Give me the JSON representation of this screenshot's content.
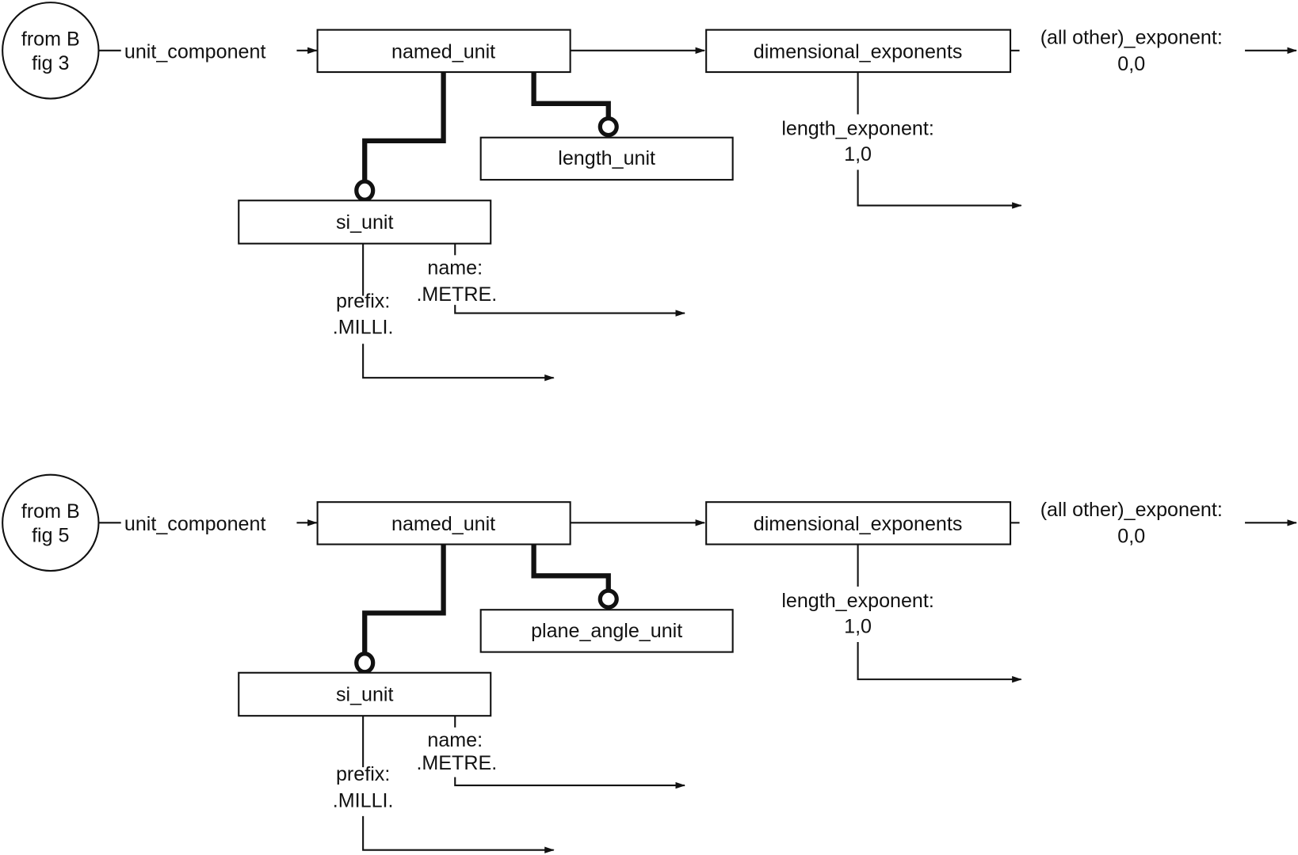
{
  "diagrams": [
    {
      "ref_circle": {
        "line1": "from B",
        "line2": "fig 3"
      },
      "input_label": "unit_component",
      "root_entity": "named_unit",
      "subtypes": [
        "si_unit",
        "length_unit"
      ],
      "exponents_entity": "dimensional_exponents",
      "other_exponent": {
        "label": "(all other)_exponent:",
        "value": "0,0"
      },
      "length_exponent": {
        "label": "length_exponent:",
        "value": "1,0"
      },
      "prefix": {
        "label": "prefix:",
        "value": ".MILLI."
      },
      "name": {
        "label": "name:",
        "value": ".METRE."
      }
    },
    {
      "ref_circle": {
        "line1": "from B",
        "line2": "fig 5"
      },
      "input_label": "unit_component",
      "root_entity": "named_unit",
      "subtypes": [
        "si_unit",
        "plane_angle_unit"
      ],
      "exponents_entity": "dimensional_exponents",
      "other_exponent": {
        "label": "(all other)_exponent:",
        "value": "0,0"
      },
      "length_exponent": {
        "label": "length_exponent:",
        "value": "1,0"
      },
      "prefix": {
        "label": "prefix:",
        "value": ".MILLI."
      },
      "name": {
        "label": "name:",
        "value": ".METRE."
      }
    }
  ]
}
